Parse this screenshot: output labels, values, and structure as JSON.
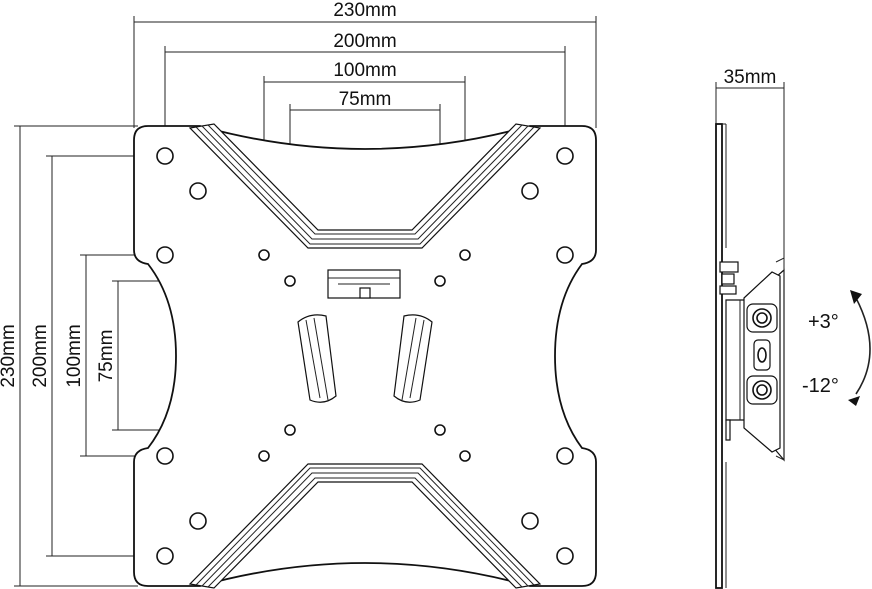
{
  "front_view": {
    "dimensions_horizontal": [
      "230mm",
      "200mm",
      "100mm",
      "75mm"
    ],
    "dimensions_vertical": [
      "230mm",
      "200mm",
      "100mm",
      "75mm"
    ]
  },
  "side_view": {
    "depth": "35mm",
    "tilt_up": "+3°",
    "tilt_down": "-12°"
  }
}
